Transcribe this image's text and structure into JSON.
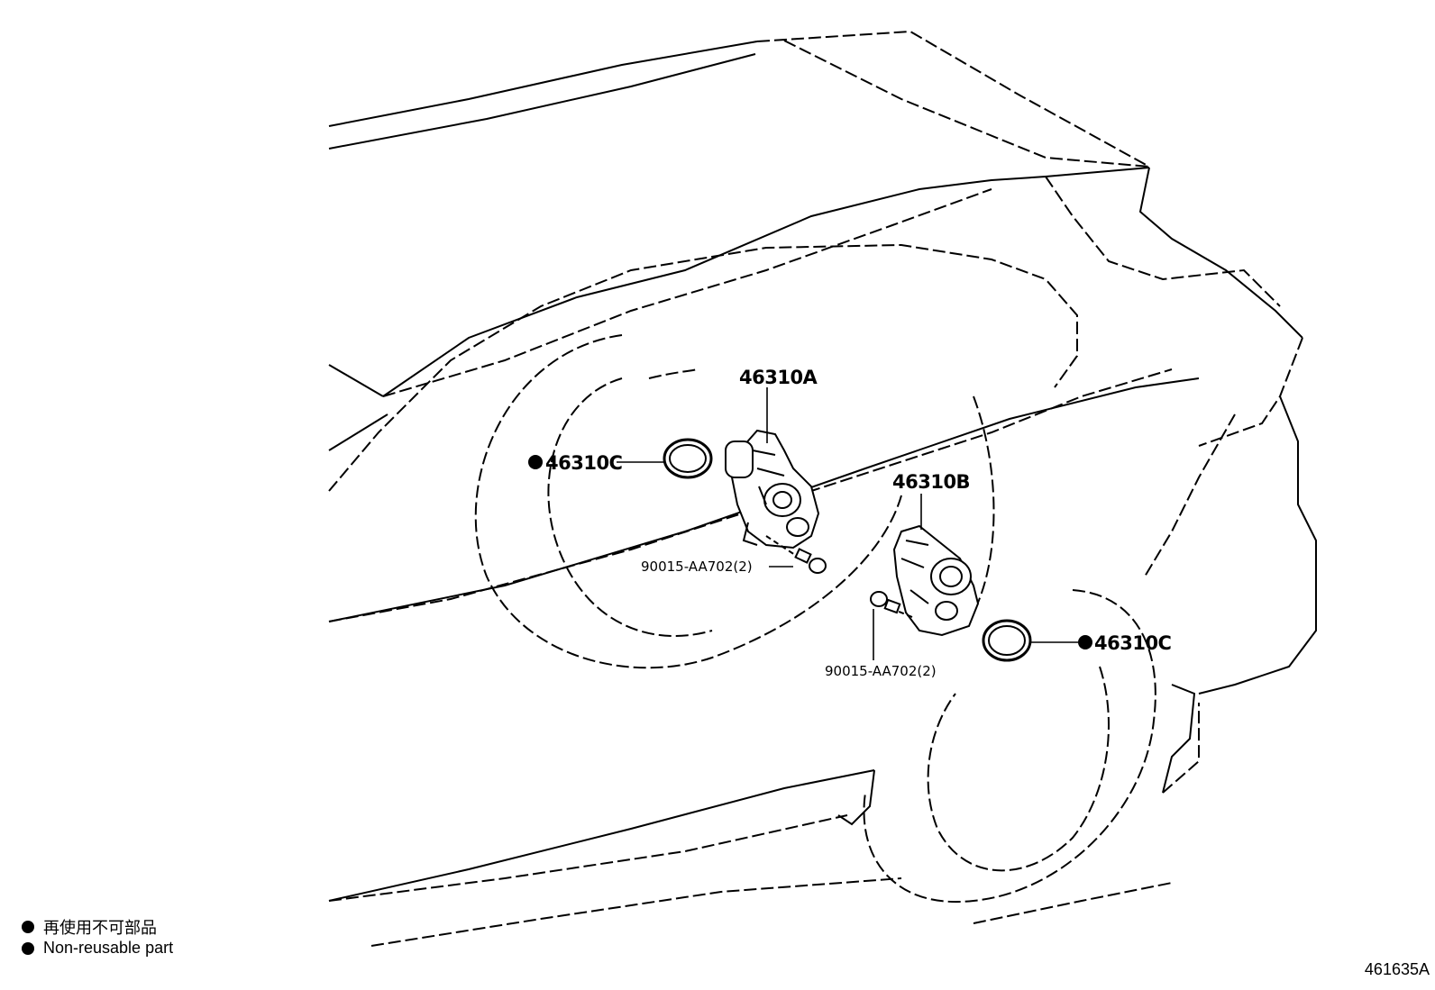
{
  "callouts": {
    "motor_a": "46310A",
    "motor_b": "46310B",
    "seal_left": "46310C",
    "seal_right": "46310C",
    "bolt_upper": "90015-AA702(2)",
    "bolt_lower": "90015-AA702(2)"
  },
  "legend": {
    "japanese": "再使用不可部品",
    "english": "Non-reusable part"
  },
  "diagram_code": "461635A"
}
